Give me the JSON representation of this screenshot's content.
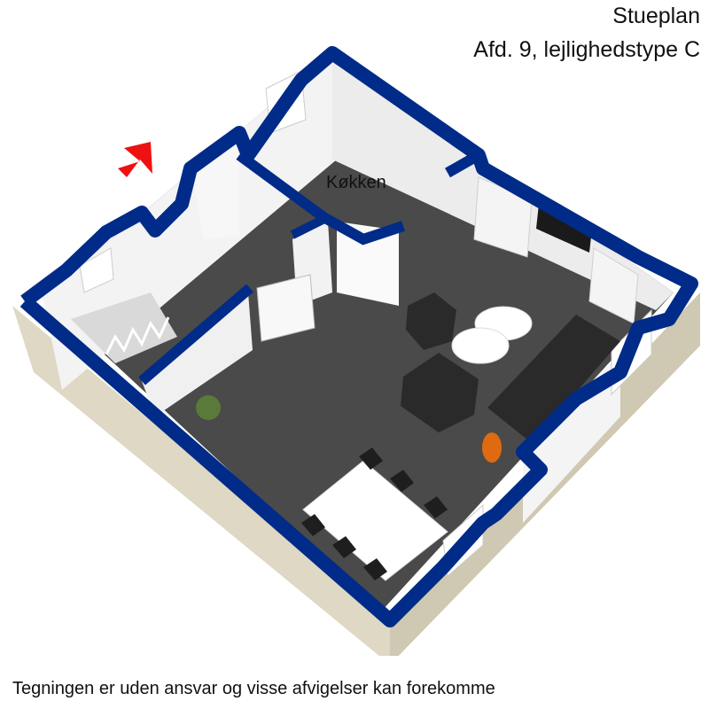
{
  "header": {
    "title": "Stueplan",
    "subtitle": "Afd. 9, lejlighedstype C"
  },
  "rooms": {
    "kitchen_label": "Køkken"
  },
  "footer": {
    "disclaimer": "Tegningen er uden ansvar og visse afvigelser kan forekomme"
  },
  "colors": {
    "wall_top": "#002b88",
    "wall_face": "#f5f5f5",
    "floor": "#4a4a4a",
    "foundation": "#ded8c4",
    "entrance_arrow": "#ee1111",
    "furniture": "#2a2a2a",
    "vase": "#e06a10"
  }
}
